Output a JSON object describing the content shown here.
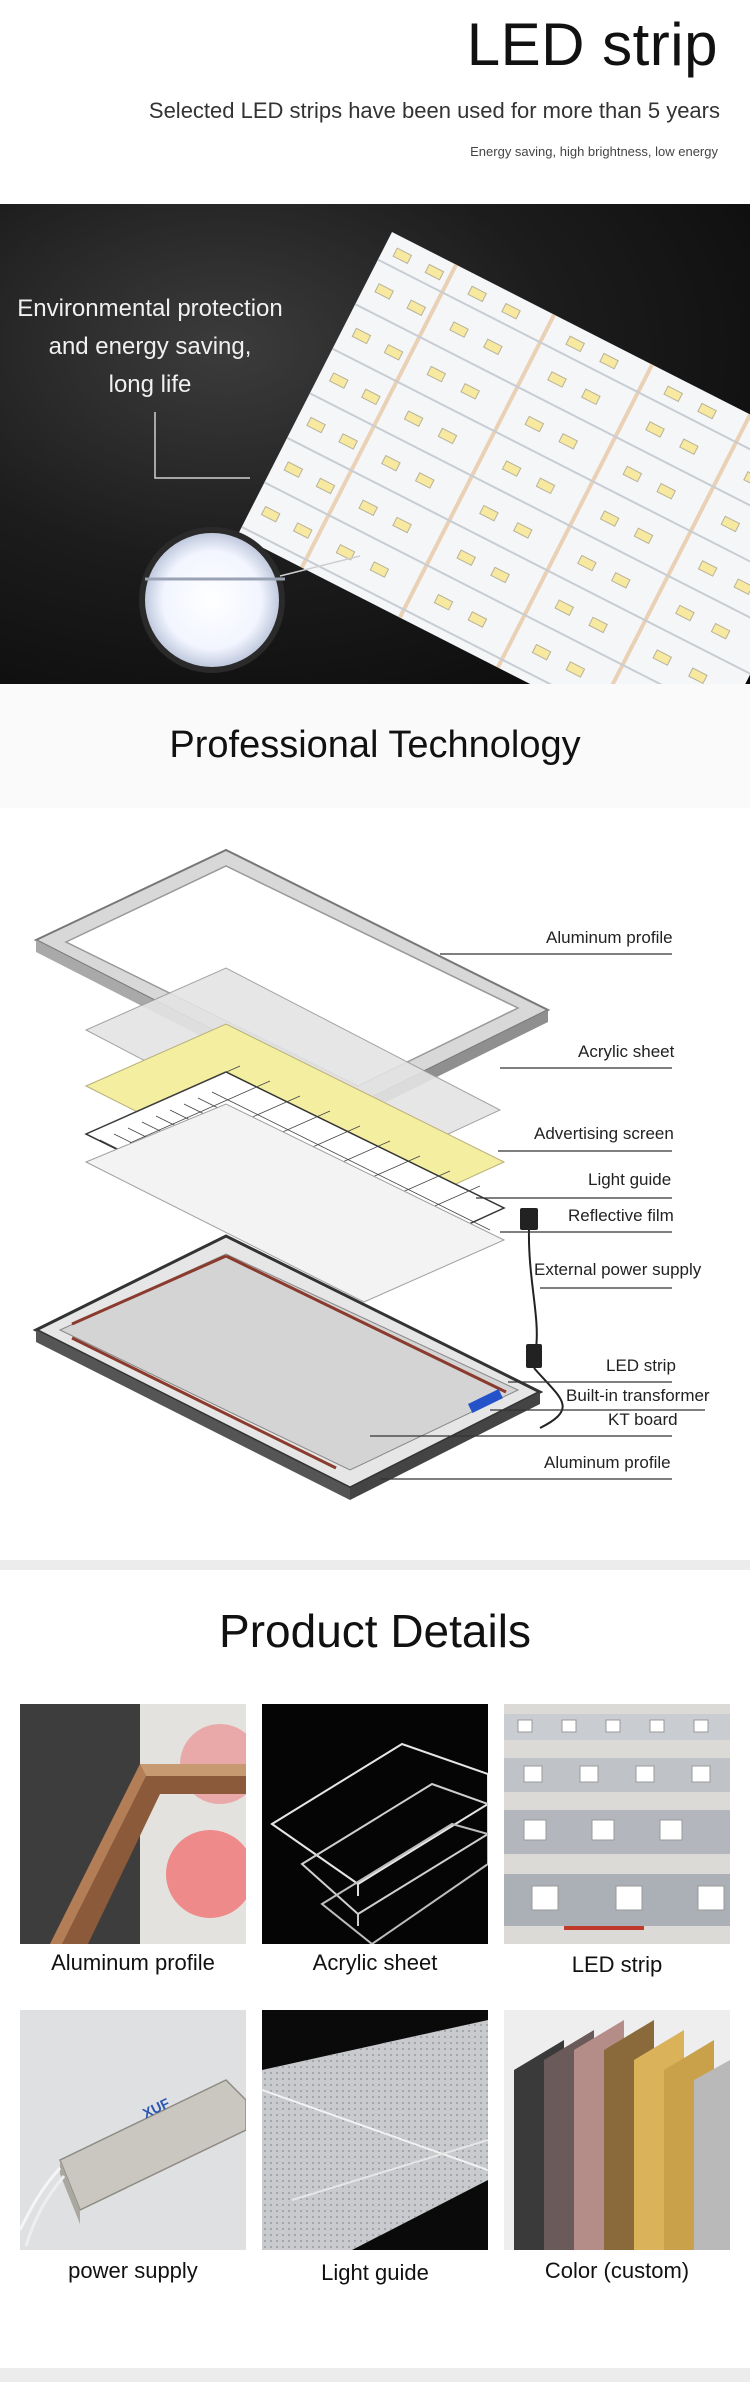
{
  "header": {
    "title": "LED strip",
    "subtitle": "Selected LED strips have been used for more than 5 years",
    "tagline": "Energy saving, high brightness, low energy"
  },
  "hero": {
    "caption_lines": [
      "Environmental protection",
      "and energy saving,",
      "long life"
    ]
  },
  "technology": {
    "heading": "Professional Technology",
    "parts": [
      "Aluminum profile",
      "Acrylic sheet",
      "Advertising screen",
      "Light guide",
      "Reflective film",
      "External power supply",
      "LED strip",
      "Built-in transformer",
      "KT board",
      "Aluminum profile"
    ]
  },
  "details": {
    "heading": "Product Details",
    "items": [
      {
        "label": "Aluminum profile"
      },
      {
        "label": "Acrylic sheet"
      },
      {
        "label": "LED strip"
      },
      {
        "label": "power supply"
      },
      {
        "label": "Light guide"
      },
      {
        "label": "Color (custom)"
      }
    ],
    "power_supply_brand": "XUF"
  },
  "colors": {
    "hero_bg": "#111111",
    "advertising_screen": "#f4eea0",
    "kt_board_edge": "#8a3b2e",
    "transformer": "#2453c9"
  }
}
